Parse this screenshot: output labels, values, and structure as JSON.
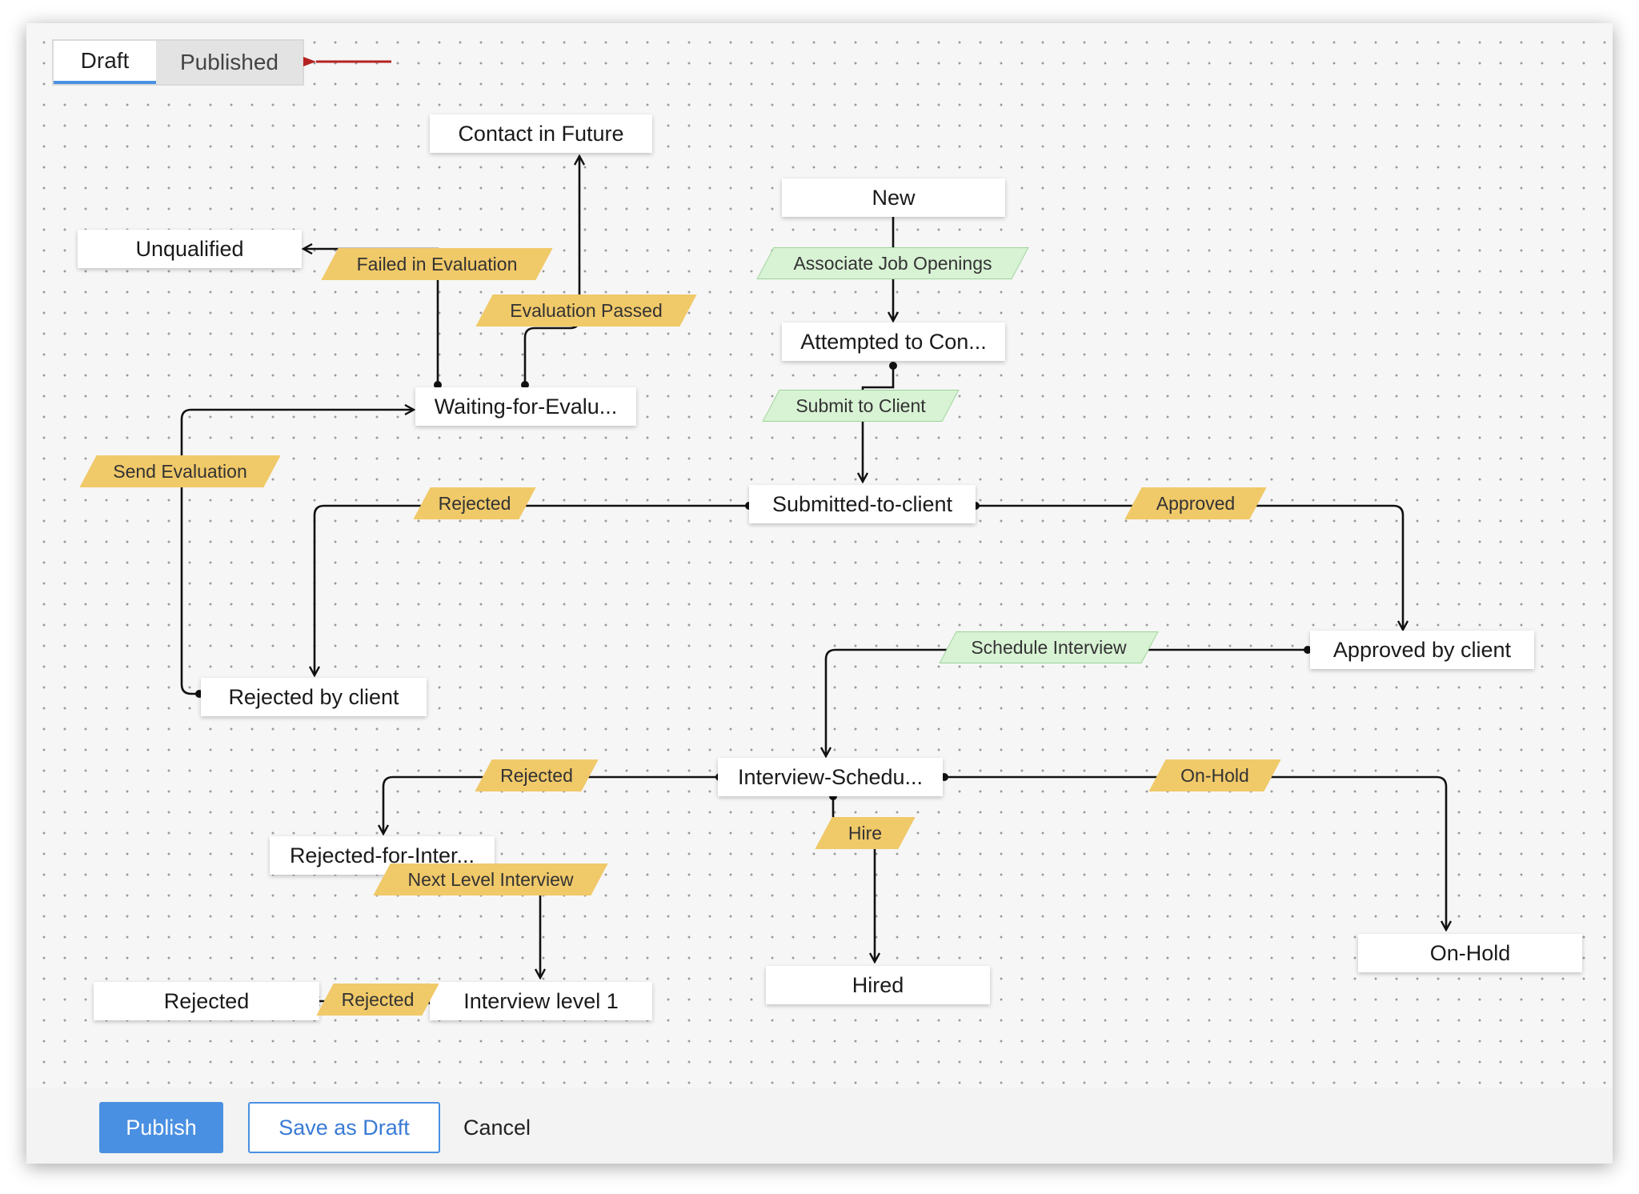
{
  "tabs": {
    "draft": "Draft",
    "published": "Published"
  },
  "nodes": {
    "contact_in_future": "Contact in Future",
    "unqualified": "Unqualified",
    "new": "New",
    "attempted": "Attempted to Con...",
    "waiting": "Waiting-for-Evalu...",
    "submitted": "Submitted-to-client",
    "approved_by_client": "Approved by client",
    "rejected_by_client": "Rejected by client",
    "interview_scheduled": "Interview-Schedu...",
    "rejected_for_interview": "Rejected-for-Inter...",
    "rejected": "Rejected",
    "interview_level_1": "Interview level 1",
    "hired": "Hired",
    "on_hold": "On-Hold"
  },
  "transitions": {
    "failed_in_evaluation": "Failed in Evaluation",
    "evaluation_passed": "Evaluation Passed",
    "associate_job_openings": "Associate Job Openings",
    "submit_to_client": "Submit to Client",
    "send_evaluation": "Send Evaluation",
    "rejected_submitted": "Rejected",
    "approved": "Approved",
    "schedule_interview": "Schedule Interview",
    "rejected_interview": "Rejected",
    "on_hold": "On-Hold",
    "hire": "Hire",
    "next_level_interview": "Next Level Interview",
    "rejected_level": "Rejected"
  },
  "colors": {
    "transition_yellow": "#f0c969",
    "transition_green": "#d8f2d4",
    "accent_blue": "#4a90e2",
    "pointer_arrow_red": "#b52222"
  },
  "footer": {
    "publish": "Publish",
    "save_as_draft": "Save as Draft",
    "cancel": "Cancel"
  }
}
